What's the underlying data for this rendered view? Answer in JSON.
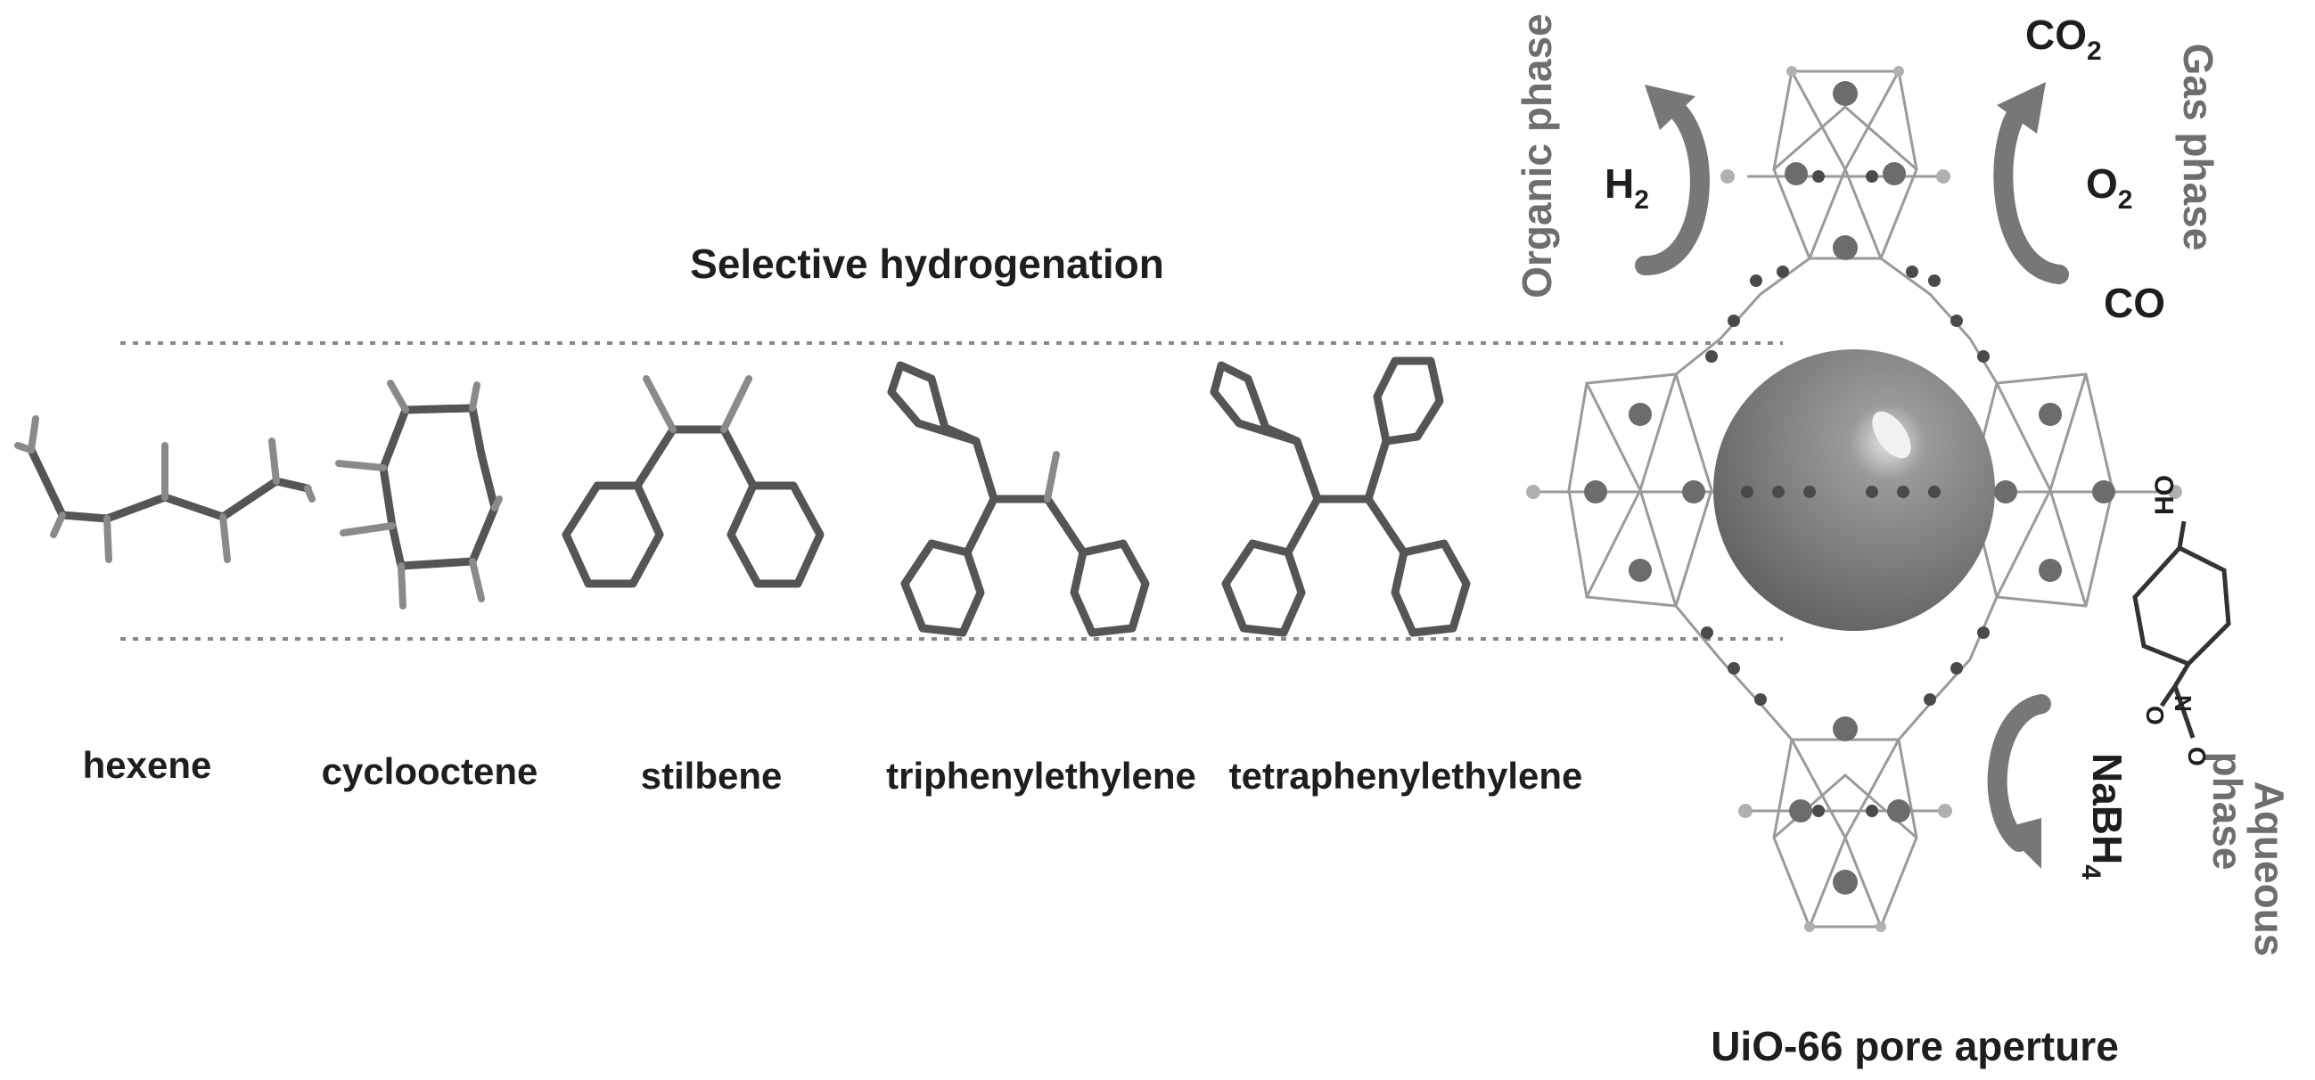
{
  "title": "Selective hydrogenation",
  "molecules": [
    {
      "name": "hexene"
    },
    {
      "name": "cyclooctene"
    },
    {
      "name": "stilbene"
    },
    {
      "name": "triphenylethylene"
    },
    {
      "name": "tetraphenylethylene"
    }
  ],
  "framework": {
    "caption": "UiO-66 pore aperture"
  },
  "phases": {
    "organic": {
      "label": "Organic phase",
      "reagent_main": "H",
      "reagent_sub": "2"
    },
    "gas": {
      "label": "Gas phase",
      "species": [
        {
          "main": "CO",
          "sub": "2"
        },
        {
          "main": "O",
          "sub": "2"
        },
        {
          "main": "CO",
          "sub": ""
        }
      ]
    },
    "aqueous": {
      "label_line1": "Aqueous",
      "label_line2": "phase",
      "reagent_main": "NaBH",
      "reagent_sub": "4"
    }
  },
  "substrate_labels": {
    "hydroxyl": "HO",
    "nitro_o1": "O",
    "nitro_o2": "O",
    "nitro_n": "N"
  },
  "colors": {
    "text": "#1e1e1e",
    "phase_text": "#6e6e6e",
    "sphere": "#7c7c7c",
    "arrow": "#777777",
    "guide": "#888888"
  }
}
